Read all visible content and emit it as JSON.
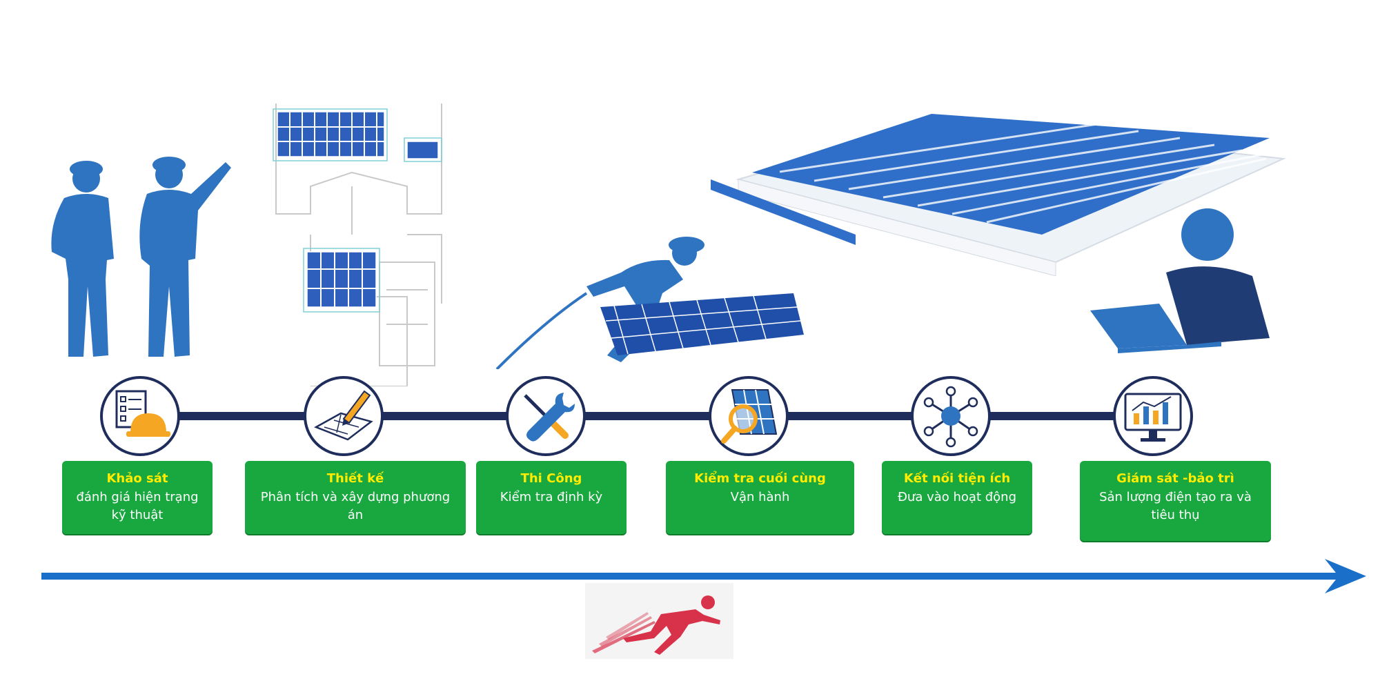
{
  "steps": [
    {
      "title": "Khảo sát",
      "description": "đánh giá hiện trạng kỹ thuật",
      "icon": "checklist-hardhat-icon"
    },
    {
      "title": "Thiết kế",
      "description": "Phân tích và xây dựng phương án",
      "icon": "blueprint-pencil-icon"
    },
    {
      "title": "Thi Công",
      "description": "Kiểm tra định kỳ",
      "icon": "wrench-screwdriver-icon"
    },
    {
      "title": "Kiểm tra cuối cùng",
      "description": "Vận hành",
      "icon": "solar-panel-magnifier-icon"
    },
    {
      "title": "Kết nối tiện ích",
      "description": "Đưa vào hoạt động",
      "icon": "network-hub-icon"
    },
    {
      "title": "Giám sát -bảo trì",
      "description": "Sản lượng điện tạo ra và tiêu thụ",
      "icon": "monitor-chart-icon"
    }
  ],
  "colors": {
    "primary_blue": "#2f74c0",
    "timeline_navy": "#1f2d5c",
    "box_green": "#19a83f",
    "title_yellow": "#ffec00",
    "icon_orange": "#f5a623",
    "runner_red": "#d8324a"
  }
}
